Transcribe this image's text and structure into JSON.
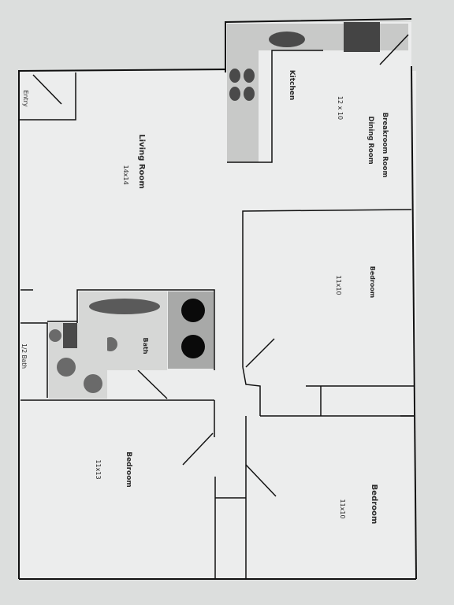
{
  "rooms": {
    "breakroom_line1": "Breakroom Room",
    "breakroom_line2": "Dining Room",
    "breakroom_size": "12 x 10",
    "kitchen": "Kitchen",
    "living_room": "Living Room",
    "living_room_size": "14x14",
    "entry": "Entry",
    "bedroom_upper_right": "Bedroom",
    "bedroom_upper_right_size": "11x10",
    "bath": "Bath",
    "half_bath": "1/2 Bath",
    "bedroom_lower_left": "Bedroom",
    "bedroom_lower_left_size": "11x13",
    "bedroom_lower_right": "Bedroom",
    "bedroom_lower_right_size": "11x10"
  },
  "colors": {
    "wall": "#111111",
    "fixture_fill": "#c4c5c4",
    "fixture_dark": "#4a4a4a",
    "floor": "#eeefee",
    "background": "#dcdedd"
  }
}
